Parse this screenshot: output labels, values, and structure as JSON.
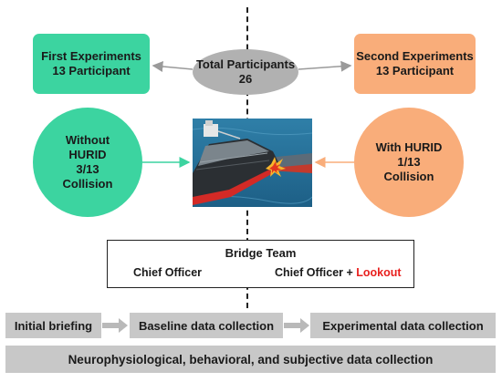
{
  "first_experiments": {
    "title": "First Experiments",
    "count": "13 Participant"
  },
  "second_experiments": {
    "title": "Second Experiments",
    "count": "13 Participant"
  },
  "total_participants": {
    "label": "Total Participants",
    "value": "26"
  },
  "without_hurid": {
    "line1": "Without",
    "line2": "HURID",
    "ratio": "3/13",
    "outcome": "Collision"
  },
  "with_hurid": {
    "line1": "With HURID",
    "ratio": "1/13",
    "outcome": "Collision"
  },
  "bridge_team": {
    "title": "Bridge Team",
    "left_role": "Chief Officer",
    "right_role_prefix": "Chief Officer + ",
    "right_role_highlight": "Lookout"
  },
  "process_steps": [
    "Initial briefing",
    "Baseline data collection",
    "Experimental data collection"
  ],
  "bottom_bar": "Neurophysiological, behavioral, and subjective data collection",
  "colors": {
    "green": "#3cd4a0",
    "orange": "#f9ad7a",
    "gray": "#b1b1b1",
    "highlight_red": "#e8201e"
  }
}
